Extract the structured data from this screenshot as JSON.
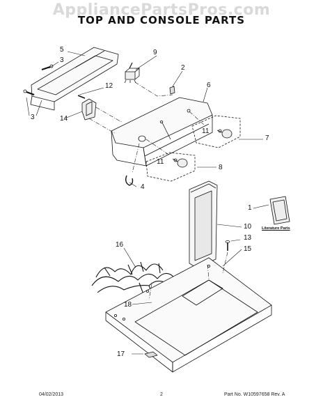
{
  "watermark": "AppliancePartsPros.com",
  "title": "TOP AND CONSOLE PARTS",
  "callouts": {
    "c1": "1",
    "c2": "2",
    "c3a": "3",
    "c3b": "3",
    "c4": "4",
    "c5": "5",
    "c6": "6",
    "c7": "7",
    "c8": "8",
    "c9": "9",
    "c10": "10",
    "c11a": "11",
    "c11b": "11",
    "c12": "12",
    "c13": "13",
    "c14": "14",
    "c15": "15",
    "c16": "16",
    "c17": "17",
    "c18": "18"
  },
  "literature_label": "Literature Parts",
  "footer": {
    "date": "04/02/2013",
    "page": "2",
    "part_no": "Part No. W10597658 Rev. A"
  }
}
